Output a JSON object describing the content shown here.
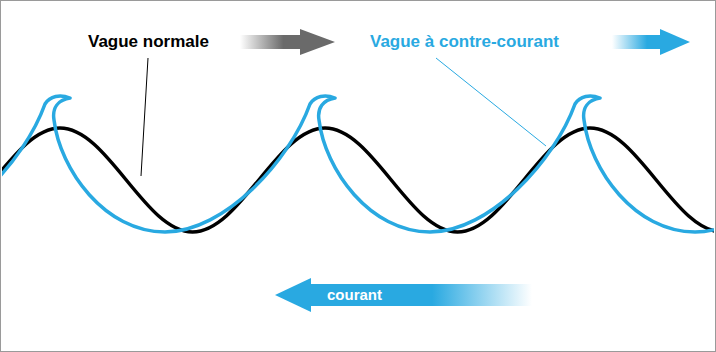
{
  "diagram": {
    "labels": [
      "Vague normale",
      "Vague à contre-courant",
      "courant"
    ]
  }
}
